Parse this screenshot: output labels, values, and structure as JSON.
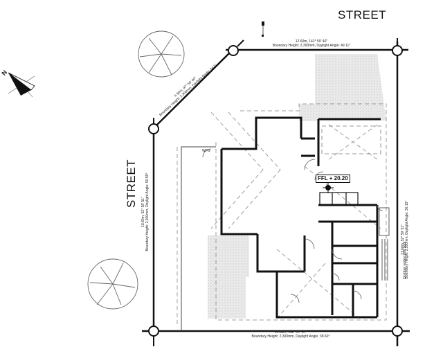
{
  "drawing": {
    "type": "architectural site plan",
    "streets": {
      "top": "STREET",
      "left": "STREET"
    },
    "boundaries": {
      "top": {
        "length_bearing": "12.60m, 142° 59' 40\"",
        "note": "Boundary Height: 2,300mm, Daylight Angle: 49.11°"
      },
      "diagonal": {
        "length_bearing": "4.90m, 97° 59' 40\"",
        "note": "Boundary Height: 2,300mm, Daylight Angle: 54.1°"
      },
      "left": {
        "length_bearing": "18.80m, 52° 59' 51\"",
        "note": "Boundary Height: 2,300mm, Daylight Angle: 50.59°"
      },
      "right": {
        "length_bearing": "21.60m, 52° 59' 51\"",
        "note": "Boundary Height: 2,300mm, Daylight Angle: 36.15°"
      },
      "bottom": {
        "length_bearing": "16.60m, 142° 57' 47\"",
        "note": "Boundary Height: 2,300mm, Daylight Angle: 38.60°"
      }
    },
    "labels": {
      "ffl": "FFL + 20.20",
      "wfg": "WFG",
      "outdoor_note": "Outdoor vortex with pool"
    },
    "symbols": {
      "north_arrow": "north-arrow-icon",
      "tree_top": "tree-icon",
      "tree_bottom": "tree-icon",
      "boundary_peg": "boundary-peg-icon"
    },
    "colors": {
      "line": "#111111",
      "dashed": "#9a9a9a",
      "hatch": "#d9d9d9"
    }
  }
}
